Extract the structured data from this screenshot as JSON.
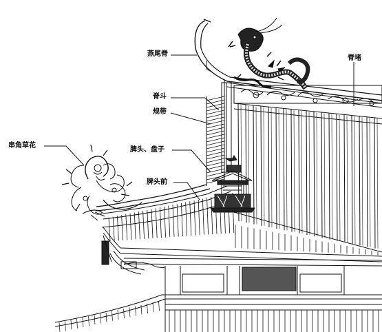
{
  "labels": {
    "yanweiji": "燕尾脊",
    "jidu": "脊堵",
    "jidou": "脊斗",
    "yandai": "规带",
    "pitou_panzi": "脾头、盘子",
    "pitouqian": "脾头前",
    "chuanjiao_caohua": "串角草花"
  },
  "colors": {
    "line": "#111111",
    "background": "#ffffff"
  }
}
